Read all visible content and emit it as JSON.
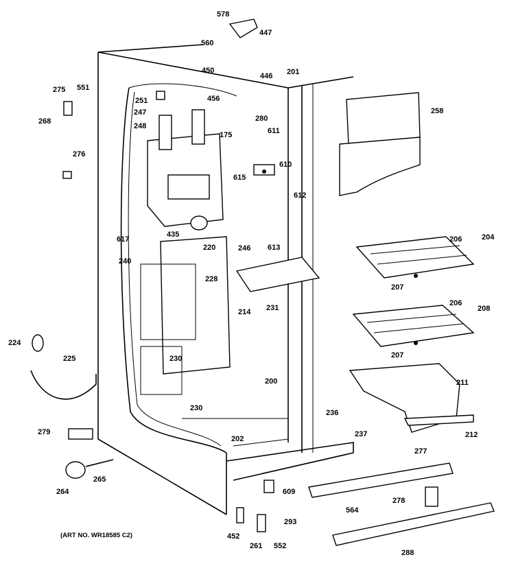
{
  "diagram": {
    "art_number": "(ART NO. WR18585 C2)",
    "callouts": [
      {
        "label": "578"
      },
      {
        "label": "447"
      },
      {
        "label": "560"
      },
      {
        "label": "450"
      },
      {
        "label": "446"
      },
      {
        "label": "201"
      },
      {
        "label": "275"
      },
      {
        "label": "551"
      },
      {
        "label": "251"
      },
      {
        "label": "456"
      },
      {
        "label": "280"
      },
      {
        "label": "258"
      },
      {
        "label": "247"
      },
      {
        "label": "248"
      },
      {
        "label": "268"
      },
      {
        "label": "175"
      },
      {
        "label": "611"
      },
      {
        "label": "276"
      },
      {
        "label": "610"
      },
      {
        "label": "615"
      },
      {
        "label": "612"
      },
      {
        "label": "435"
      },
      {
        "label": "617"
      },
      {
        "label": "220"
      },
      {
        "label": "613"
      },
      {
        "label": "246"
      },
      {
        "label": "206"
      },
      {
        "label": "204"
      },
      {
        "label": "240"
      },
      {
        "label": "228"
      },
      {
        "label": "207"
      },
      {
        "label": "231"
      },
      {
        "label": "214"
      },
      {
        "label": "206"
      },
      {
        "label": "208"
      },
      {
        "label": "224"
      },
      {
        "label": "225"
      },
      {
        "label": "230"
      },
      {
        "label": "207"
      },
      {
        "label": "200"
      },
      {
        "label": "211"
      },
      {
        "label": "230"
      },
      {
        "label": "236"
      },
      {
        "label": "237"
      },
      {
        "label": "212"
      },
      {
        "label": "279"
      },
      {
        "label": "202"
      },
      {
        "label": "277"
      },
      {
        "label": "265"
      },
      {
        "label": "264"
      },
      {
        "label": "609"
      },
      {
        "label": "564"
      },
      {
        "label": "278"
      },
      {
        "label": "293"
      },
      {
        "label": "452"
      },
      {
        "label": "261"
      },
      {
        "label": "552"
      },
      {
        "label": "288"
      }
    ]
  }
}
